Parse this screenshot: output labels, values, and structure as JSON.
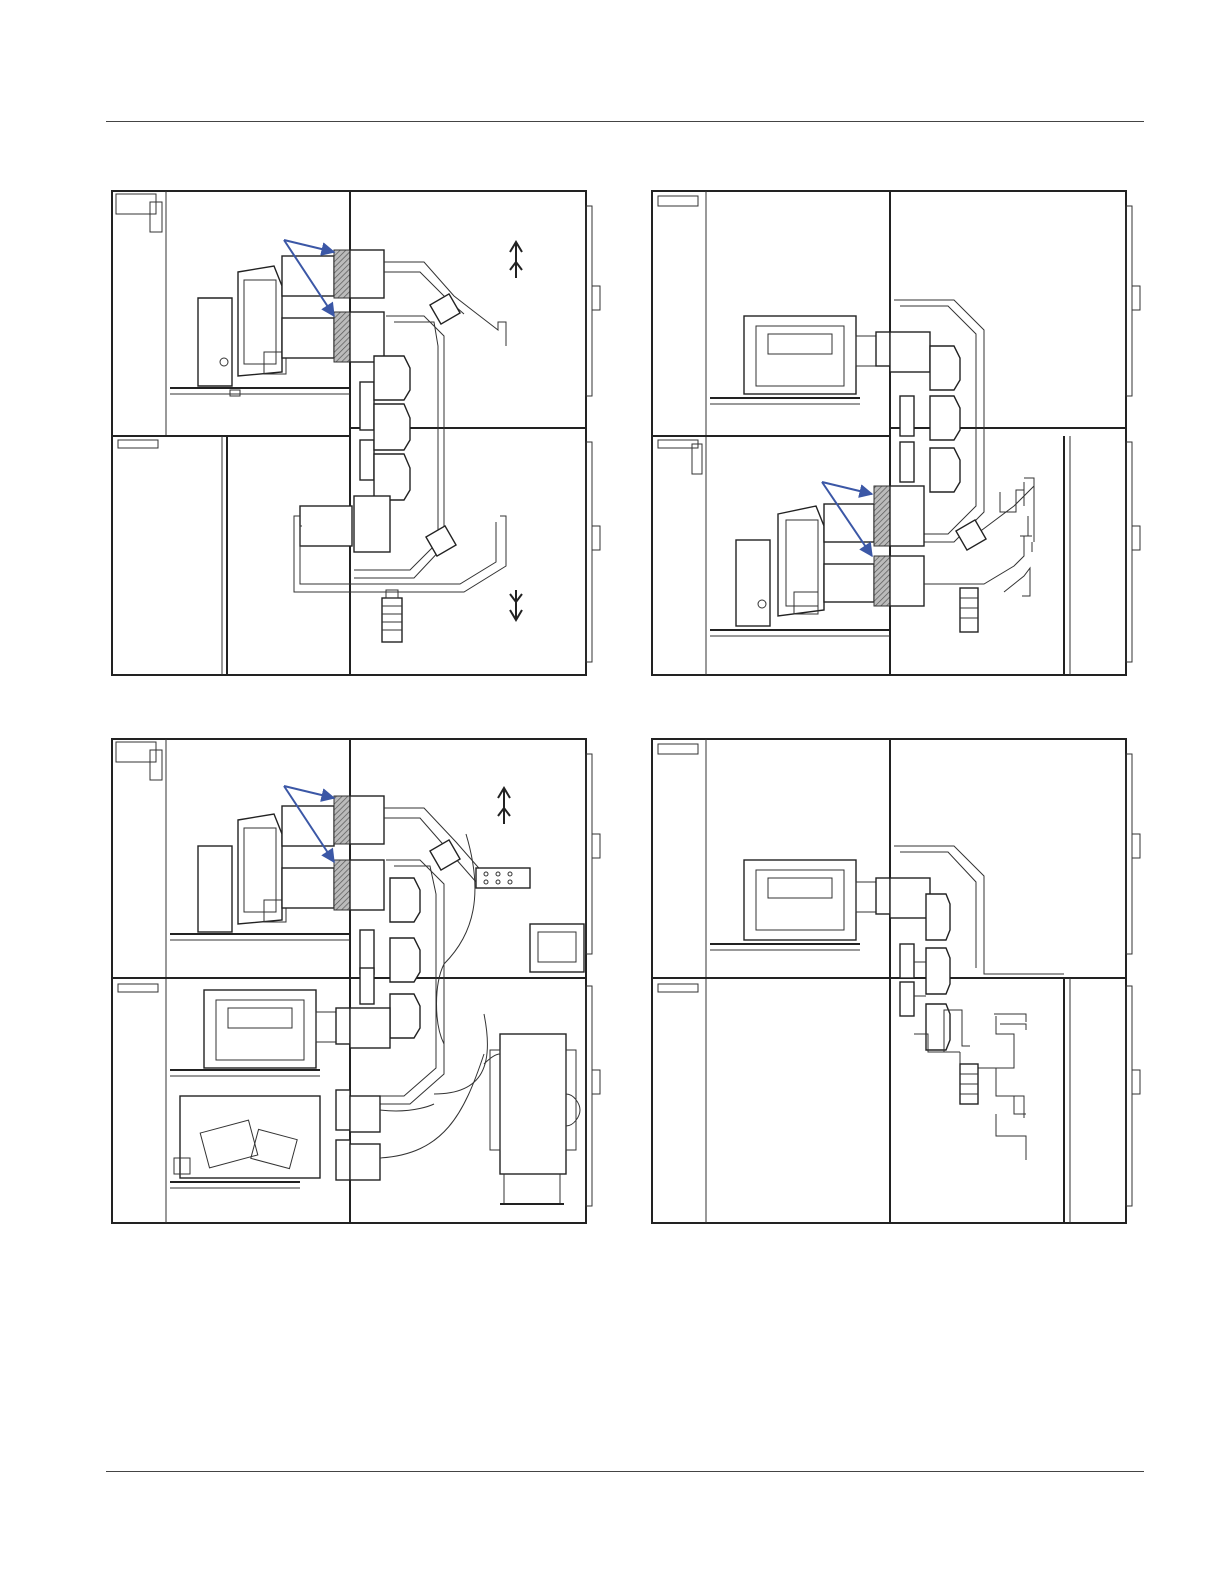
{
  "page": {
    "background": "#ffffff",
    "rule_color": "#444444"
  },
  "panels": [
    {
      "id": "panel-1",
      "description_icon": "switchgear-side-view-icon",
      "highlight_arrows": 2,
      "direction_arrows": [
        "up",
        "down"
      ]
    },
    {
      "id": "panel-2",
      "description_icon": "switchgear-side-view-icon",
      "highlight_arrows": 2,
      "direction_arrows": []
    },
    {
      "id": "panel-3",
      "description_icon": "switchgear-side-view-icon",
      "highlight_arrows": 2,
      "direction_arrows": [
        "up"
      ]
    },
    {
      "id": "panel-4",
      "description_icon": "switchgear-side-view-icon",
      "highlight_arrows": 0,
      "direction_arrows": []
    }
  ],
  "colors": {
    "line": "#222222",
    "highlight_arrow": "#3b57a6"
  }
}
